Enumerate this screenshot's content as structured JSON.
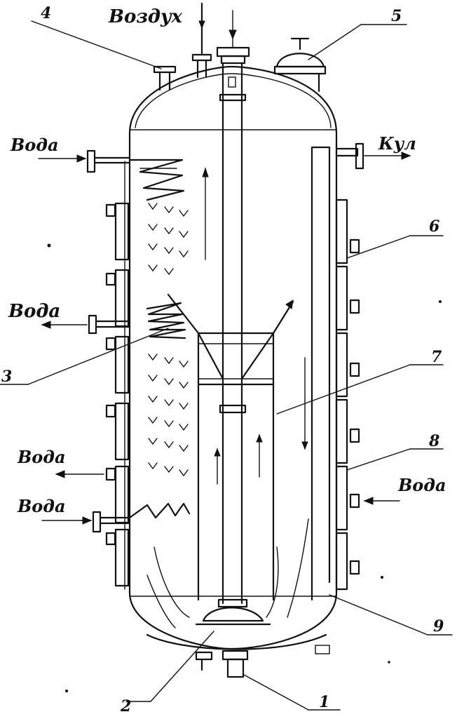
{
  "labels": {
    "air": "Воздух",
    "cool": "Кул",
    "water_top_left": "Вода",
    "water_mid_left": "Вода",
    "water_low_left_1": "Вода",
    "water_low_left_2": "Вода",
    "water_right": "Вода"
  },
  "callouts": {
    "n1": "1",
    "n2": "2",
    "n3": "3",
    "n4": "4",
    "n5": "5",
    "n6": "6",
    "n7": "7",
    "n8": "8",
    "n9": "9"
  },
  "colors": {
    "ink": "#111111",
    "paper": "#ffffff"
  }
}
